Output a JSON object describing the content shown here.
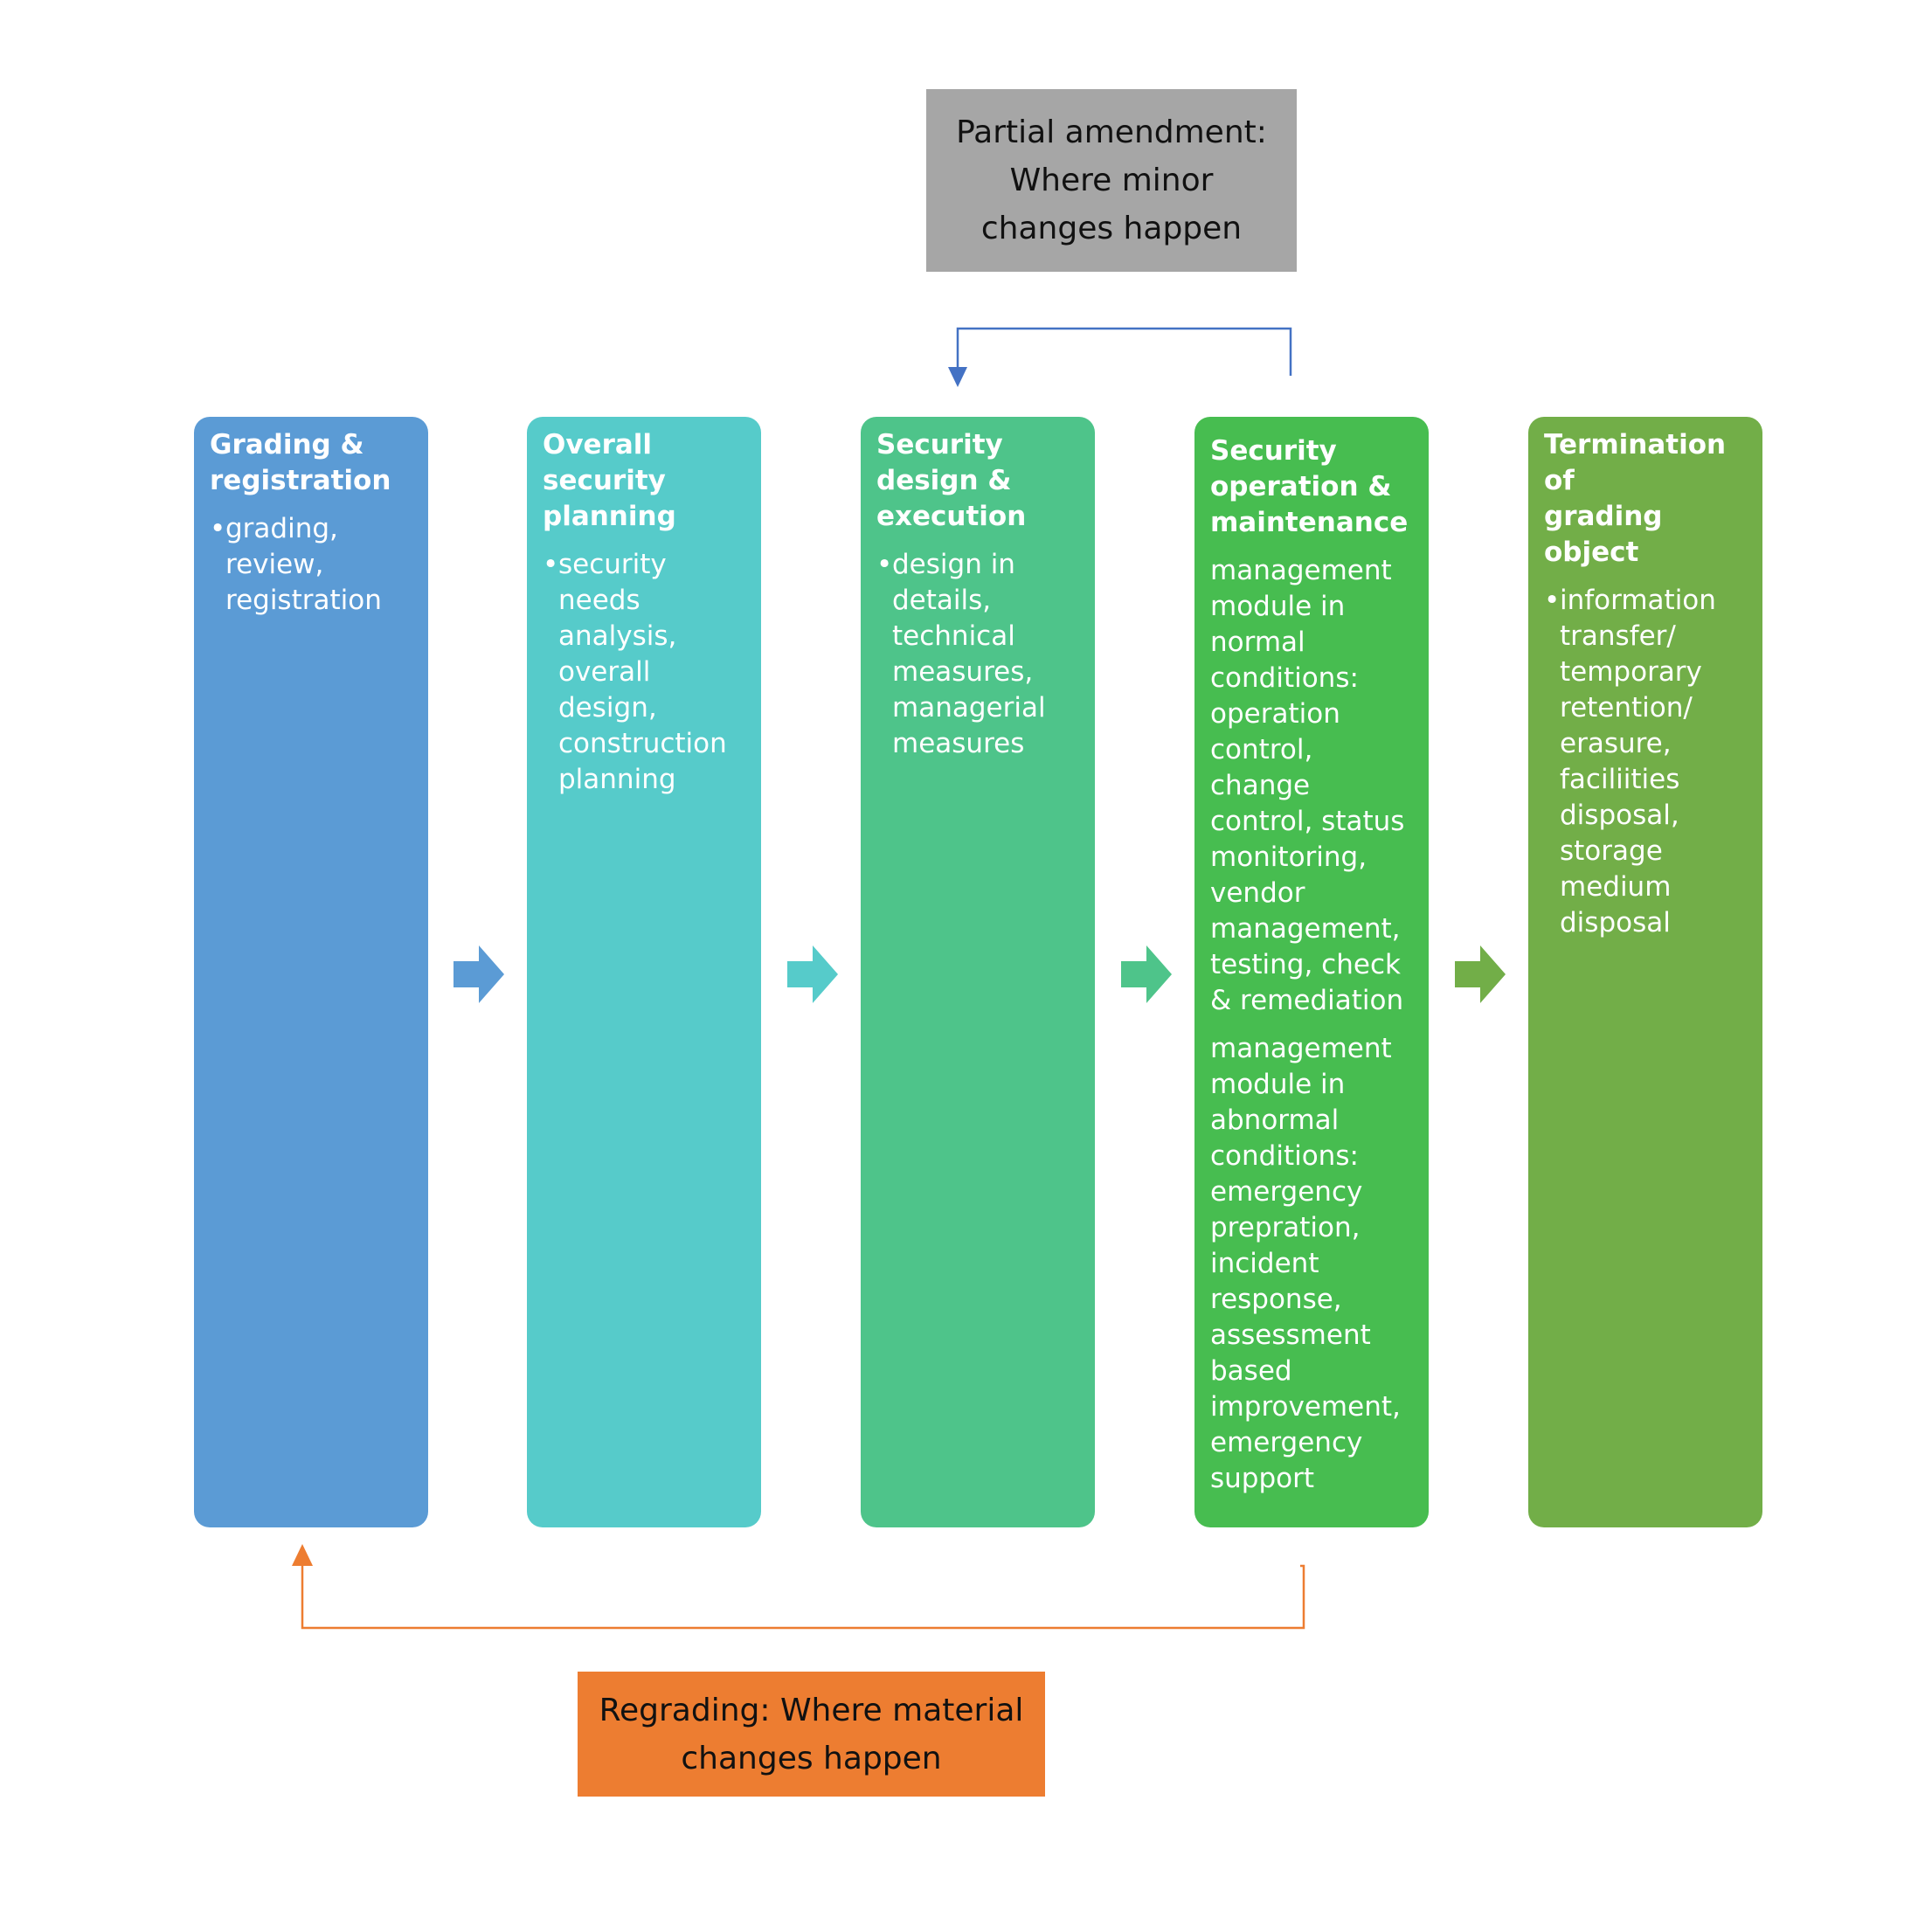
{
  "colors": {
    "stage_1": "#5b9bd5",
    "stage_2": "#56cbca",
    "stage_3": "#4ec48a",
    "stage_4": "#47bd50",
    "stage_5": "#72ae48",
    "partial_amendment_box": "#a6a6a6",
    "partial_amendment_arrow": "#4472c4",
    "regrading_box": "#ed7d31",
    "regrading_arrow": "#ed7d31"
  },
  "stages": [
    {
      "title": "Grading &\nregistration",
      "items": [
        {
          "bullet": true,
          "text": "grading,\nreview,\nregistration"
        }
      ]
    },
    {
      "title": "Overall\nsecurity\nplanning",
      "items": [
        {
          "bullet": true,
          "text": "security\nneeds\nanalysis,\noverall\ndesign,\nconstruction\nplanning"
        }
      ]
    },
    {
      "title": "Security\ndesign &\nexecution",
      "items": [
        {
          "bullet": true,
          "text": "design in\ndetails,\ntechnical\nmeasures,\nmanagerial\nmeasures"
        }
      ]
    },
    {
      "title": "Security\noperation &\nmaintenance",
      "items": [
        {
          "bullet": false,
          "text": "management\nmodule in\nnormal\nconditions:\noperation\ncontrol,\nchange\ncontrol, status\nmonitoring,\nvendor\nmanagement,\ntesting, check\n& remediation"
        },
        {
          "bullet": false,
          "text": "management\nmodule in\nabnormal\nconditions:\nemergency\nprepration,\nincident\nresponse,\nassessment\nbased\nimprovement,\nemergency\nsupport"
        }
      ]
    },
    {
      "title": "Termination of\ngrading object",
      "items": [
        {
          "bullet": true,
          "text": "information\ntransfer/\ntemporary\nretention/\nerasure,\nfaciliities\ndisposal,\nstorage\nmedium\ndisposal"
        }
      ]
    }
  ],
  "partial_amendment": {
    "text": "Partial amendment:\nWhere minor\nchanges happen"
  },
  "regrading": {
    "text": "Regrading: Where material\nchanges happen"
  }
}
